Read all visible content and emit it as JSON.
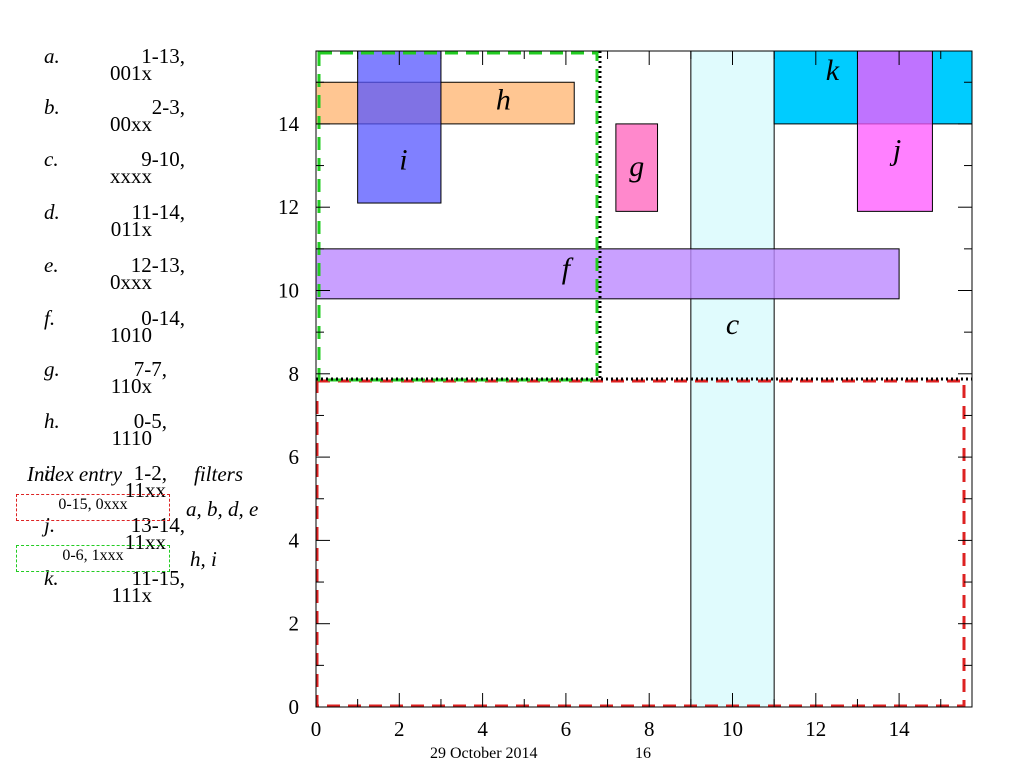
{
  "entries": [
    {
      "letter": "a.",
      "range": "1-13,",
      "code": "001x"
    },
    {
      "letter": "b.",
      "range": "2-3,",
      "code": "00xx"
    },
    {
      "letter": "c.",
      "range": "9-10,",
      "code": "xxxx"
    },
    {
      "letter": "d.",
      "range": "11-14,",
      "code": "011x"
    },
    {
      "letter": "e.",
      "range": "12-13,",
      "code": "0xxx"
    },
    {
      "letter": "f.",
      "range": "0-14,",
      "code": "1010"
    },
    {
      "letter": "g.",
      "range": "7-7,",
      "code": "110x"
    },
    {
      "letter": "h.",
      "range": "0-5,",
      "code": "1110"
    },
    {
      "letter": "i.",
      "range": "1-2,",
      "code": "11xx"
    },
    {
      "letter": "j.",
      "range": "13-14,",
      "code": "11xx"
    },
    {
      "letter": "k.",
      "range": "11-15,",
      "code": "111x"
    }
  ],
  "index_table": {
    "header_entry": "Index entry",
    "header_filters": "filters",
    "rows": [
      {
        "entry": "0-15, 0xxx",
        "filters": "a, b, d, e",
        "color": "#dd2222"
      },
      {
        "entry": "0-6, 1xxx",
        "filters": "h, i",
        "color": "#22cc22"
      }
    ]
  },
  "diagram": {
    "x_ticks": [
      "0",
      "2",
      "4",
      "6",
      "8",
      "10",
      "12",
      "14"
    ],
    "y_ticks": [
      "0",
      "2",
      "4",
      "6",
      "8",
      "10",
      "12",
      "14"
    ],
    "domain": [
      0,
      15.75
    ],
    "rects": [
      {
        "label": "c",
        "x0": 9,
        "x1": 11,
        "y0": 0,
        "y1": 15.75,
        "fill": "#e0fbfd",
        "opacity": 1
      },
      {
        "label": "f",
        "x0": 0,
        "x1": 14,
        "y0": 9.8,
        "y1": 11,
        "fill": "#bb88ff",
        "opacity": 0.8
      },
      {
        "label": "h",
        "x0": 0,
        "x1": 6.2,
        "y0": 14,
        "y1": 15,
        "fill": "#ffb877",
        "opacity": 0.8
      },
      {
        "label": "i",
        "x0": 1,
        "x1": 3,
        "y0": 12.1,
        "y1": 15.75,
        "fill": "#5555ff",
        "opacity": 0.75
      },
      {
        "label": "g",
        "x0": 7.2,
        "x1": 8.2,
        "y0": 11.9,
        "y1": 14,
        "fill": "#ff88cc",
        "opacity": 1
      },
      {
        "label": "k",
        "x0": 11,
        "x1": 15.75,
        "y0": 14,
        "y1": 15.75,
        "fill": "#00ccff",
        "opacity": 1
      },
      {
        "label": "j",
        "x0": 13,
        "x1": 14.8,
        "y0": 11.9,
        "y1": 15.75,
        "fill": "#ff55ff",
        "opacity": 0.75
      }
    ],
    "labels": [
      {
        "text": "c",
        "x": 10,
        "y": 8.95
      },
      {
        "text": "f",
        "x": 6,
        "y": 10.3
      },
      {
        "text": "h",
        "x": 4.5,
        "y": 14.35
      },
      {
        "text": "i",
        "x": 2.1,
        "y": 12.9
      },
      {
        "text": "g",
        "x": 7.7,
        "y": 12.75
      },
      {
        "text": "k",
        "x": 12.4,
        "y": 15.05
      },
      {
        "text": "j",
        "x": 13.95,
        "y": 13.15
      }
    ]
  },
  "footer": {
    "date": "29 October 2014",
    "page": "16"
  }
}
